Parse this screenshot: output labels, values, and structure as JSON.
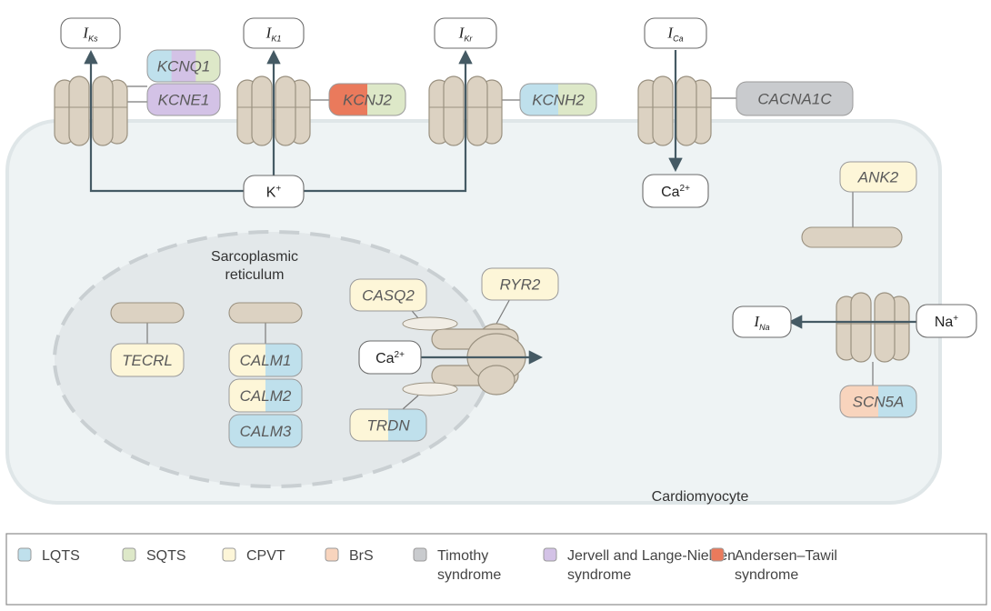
{
  "colors": {
    "LQTS": "#bfe0ec",
    "SQTS": "#dde8c8",
    "CPVT": "#fdf6d8",
    "BrS": "#f8d4bd",
    "Timothy": "#c9cbce",
    "JLN": "#d3c2e6",
    "AT": "#ea7a5c",
    "channel": "#dcd2c2",
    "channel_stroke": "#9a9180",
    "cell_fill": "#eef3f4",
    "cell_stroke": "#dfe6e8",
    "sr_fill": "#e3e8ea",
    "sr_stroke": "#c9cfd2",
    "arrow": "#455a64"
  },
  "currents": {
    "iks": {
      "main": "I",
      "sub": "Ks"
    },
    "ik1": {
      "main": "I",
      "sub": "K1"
    },
    "ikr": {
      "main": "I",
      "sub": "Kr"
    },
    "ica": {
      "main": "I",
      "sub": "Ca"
    },
    "ina": {
      "main": "I",
      "sub": "Na"
    }
  },
  "genes": {
    "kcnq1": {
      "label": "KCNQ1",
      "conditions": [
        "LQTS",
        "JLN",
        "SQTS"
      ]
    },
    "kcne1": {
      "label": "KCNE1",
      "conditions": [
        "JLN"
      ]
    },
    "kcnj2": {
      "label": "KCNJ2",
      "conditions": [
        "AT",
        "SQTS"
      ]
    },
    "kcnh2": {
      "label": "KCNH2",
      "conditions": [
        "LQTS",
        "SQTS"
      ]
    },
    "cacna1c": {
      "label": "CACNA1C",
      "conditions": [
        "Timothy"
      ]
    },
    "ank2": {
      "label": "ANK2",
      "conditions": [
        "CPVT"
      ]
    },
    "scn5a": {
      "label": "SCN5A",
      "conditions": [
        "BrS",
        "LQTS"
      ]
    },
    "casq2": {
      "label": "CASQ2",
      "conditions": [
        "CPVT"
      ]
    },
    "ryr2": {
      "label": "RYR2",
      "conditions": [
        "CPVT"
      ]
    },
    "trdn": {
      "label": "TRDN",
      "conditions": [
        "CPVT",
        "LQTS"
      ]
    },
    "tecrl": {
      "label": "TECRL",
      "conditions": [
        "CPVT"
      ]
    },
    "calm1": {
      "label": "CALM1",
      "conditions": [
        "CPVT",
        "LQTS"
      ]
    },
    "calm2": {
      "label": "CALM2",
      "conditions": [
        "CPVT",
        "LQTS"
      ]
    },
    "calm3": {
      "label": "CALM3",
      "conditions": [
        "LQTS"
      ]
    }
  },
  "ions": {
    "k": {
      "main": "K",
      "sup": "+"
    },
    "ca_out": {
      "main": "Ca",
      "sup": "2+"
    },
    "ca_sr": {
      "main": "Ca",
      "sup": "2+"
    },
    "na": {
      "main": "Na",
      "sup": "+"
    }
  },
  "labels": {
    "sr_line1": "Sarcoplasmic",
    "sr_line2": "reticulum",
    "cell": "Cardiomyocyte"
  },
  "legend": [
    {
      "key": "LQTS",
      "lines": [
        "LQTS"
      ]
    },
    {
      "key": "SQTS",
      "lines": [
        "SQTS"
      ]
    },
    {
      "key": "CPVT",
      "lines": [
        "CPVT"
      ]
    },
    {
      "key": "BrS",
      "lines": [
        "BrS"
      ]
    },
    {
      "key": "Timothy",
      "lines": [
        "Timothy",
        "syndrome"
      ]
    },
    {
      "key": "JLN",
      "lines": [
        "Jervell and Lange-Nielsen",
        "syndrome"
      ]
    },
    {
      "key": "AT",
      "lines": [
        "Andersen–Tawil",
        "syndrome"
      ]
    }
  ]
}
